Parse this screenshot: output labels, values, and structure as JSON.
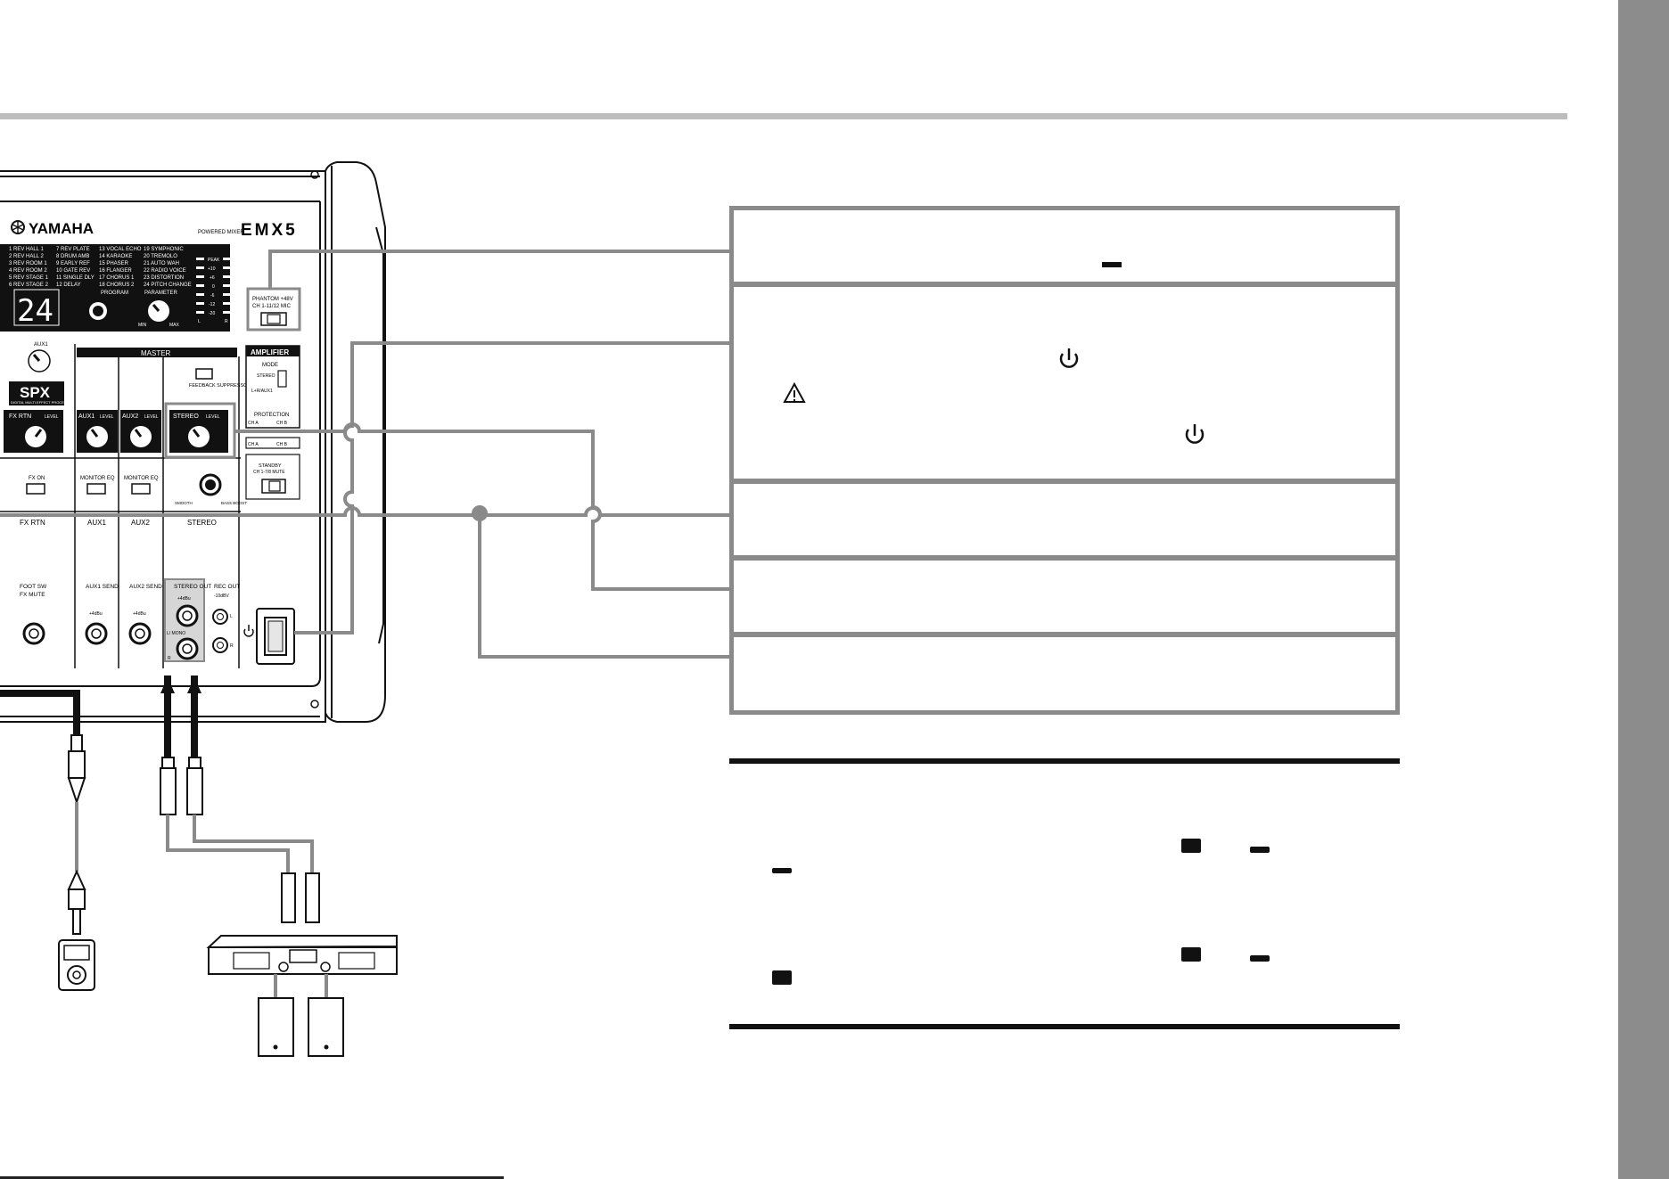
{
  "brand": "YAMAHA",
  "powered_mixer_caption": "POWERED MIXER",
  "model": "EMX5",
  "effects": {
    "col1": [
      "1 REV HALL 1",
      "2 REV HALL 2",
      "3 REV ROOM 1",
      "4 REV ROOM 2",
      "5 REV STAGE 1",
      "6 REV STAGE 2"
    ],
    "col2": [
      "7 REV PLATE",
      "8 DRUM AMB",
      "9 EARLY REF",
      "10 GATE REV",
      "11 SINGLE DLY",
      "12 DELAY"
    ],
    "col3": [
      "13 VOCAL ECHO",
      "14 KARAOKE",
      "15 PHASER",
      "16 FLANGER",
      "17 CHORUS 1",
      "18 CHORUS 2"
    ],
    "col4": [
      "19 SYMPHONIC",
      "20 TREMOLO",
      "21 AUTO WAH",
      "22 RADIO VOICE",
      "23 DISTORTION",
      "24 PITCH CHANGE"
    ]
  },
  "meter_labels": [
    "PEAK",
    "+10",
    "+6",
    "0",
    "-6",
    "-12",
    "-20"
  ],
  "meter_lr": [
    "L",
    "R"
  ],
  "display_value": "24",
  "program_label": "PROGRAM",
  "parameter_label": "PARAMETER",
  "parameter_min": "MIN",
  "parameter_max": "MAX",
  "phantom_label": "PHANTOM +48V",
  "phantom_sub": "CH 1-11/12 MIC",
  "aux1_knob_label": "AUX1",
  "spx_logo": "SPX",
  "spx_sub": "DIGITAL MULTI EFFECT PROCESSOR",
  "master_label": "MASTER",
  "feedback_label": "FEEDBACK SUPPRESSOR",
  "amplifier_label": "AMPLIFIER",
  "mode_label": "MODE",
  "mode_stereo": "STEREO",
  "mode_lr": "L+R/AUX1",
  "protection_label": "PROTECTION",
  "ch_a": "CH A",
  "ch_b": "CH B",
  "standby_label": "STANDBY",
  "standby_sub": "CH 1-7/8 MUTE",
  "level_label": "LEVEL",
  "fx_rtn_level": "FX RTN",
  "aux1_level": "AUX1",
  "aux2_level": "AUX2",
  "stereo_level": "STEREO",
  "fx_on": "FX ON",
  "monitor_eq": "MONITOR EQ",
  "smooth_label": "SMOOTH",
  "bass_boost": "BASS BOOST",
  "fx_rtn_col": "FX RTN",
  "aux1_col": "AUX1",
  "aux2_col": "AUX2",
  "stereo_col": "STEREO",
  "foot_sw": "FOOT SW",
  "fx_mute": "FX MUTE",
  "aux1_send": "AUX1 SEND",
  "aux2_send": "AUX2 SEND",
  "plus4": "+4dBu",
  "stereo_out": "STEREO OUT",
  "stereo_out_plus4": "+4dBu",
  "rec_out": "REC OUT",
  "rec_out_level": "-10dBV",
  "l_mono": "L/ MONO",
  "r_jack": "R",
  "rec_l": "L",
  "rec_r": "R"
}
